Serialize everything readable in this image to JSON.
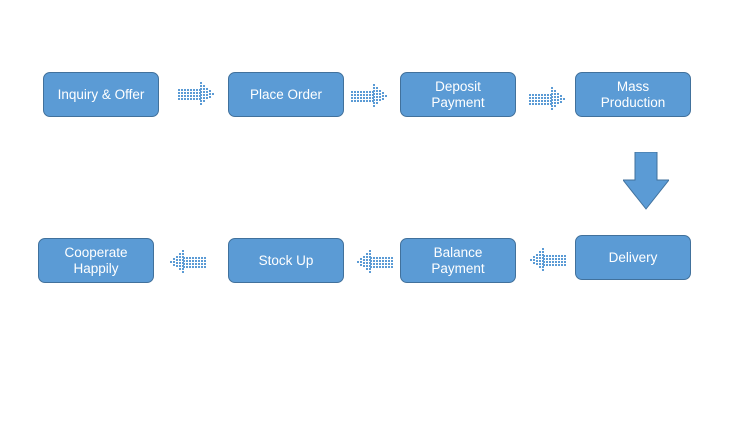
{
  "flow": {
    "steps": [
      "Inquiry & Offer",
      "Place Order",
      "Deposit\nPayment",
      "Mass\nProduction",
      "Delivery",
      "Balance\nPayment",
      "Stock Up",
      "Cooperate\nHappily"
    ]
  },
  "colors": {
    "box_fill": "#5b9bd5",
    "box_border": "#41719c",
    "box_text": "#ffffff",
    "arrow": "#5b9bd5"
  }
}
